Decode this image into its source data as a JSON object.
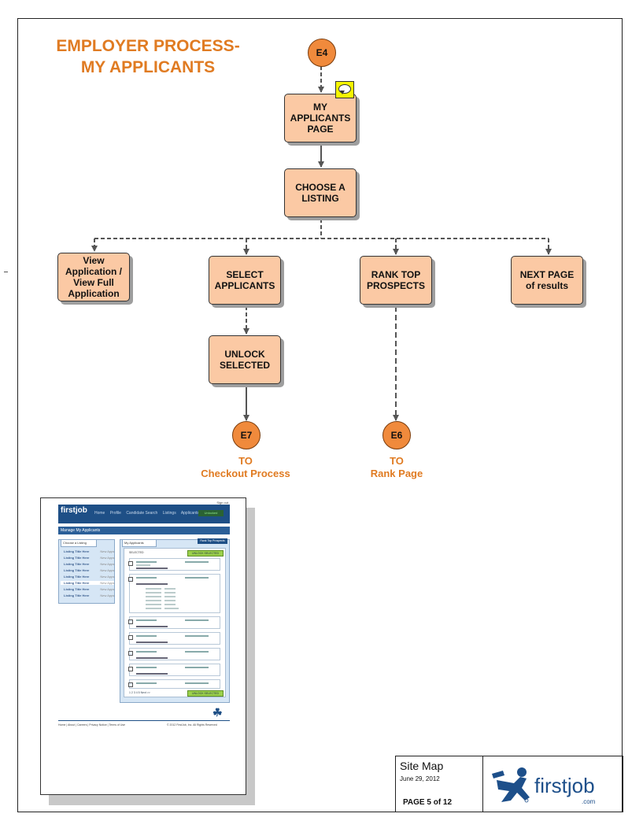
{
  "title": {
    "line1": "EMPLOYER PROCESS-",
    "line2": "MY APPLICANTS"
  },
  "nodes": {
    "e4": "E4",
    "my_applicants": "MY APPLICANTS PAGE",
    "choose_listing": "CHOOSE A LISTING",
    "view_application": "View Application / View Full Application",
    "select_applicants": "SELECT APPLICANTS",
    "rank_top": "RANK TOP PROSPECTS",
    "next_page": "NEXT PAGE of results",
    "unlock_selected": "UNLOCK SELECTED",
    "e7": "E7",
    "e6": "E6"
  },
  "targets": {
    "e7_to": "TO",
    "e7_dest": "Checkout Process",
    "e6_to": "TO",
    "e6_dest": "Rank Page"
  },
  "screenshot": {
    "logo": "firstjob",
    "nav": [
      "Home",
      "Profile",
      "Candidate Search",
      "Listings",
      "Applicants"
    ],
    "nav_button": "Unlocked",
    "signout": "Sign out",
    "section_title": "Manage My Applicants",
    "left_tab": "Choose a Listing",
    "listings": [
      {
        "name": "Listing Title Here",
        "meta": "New Apps"
      },
      {
        "name": "Listing Title Here",
        "meta": "New Apps"
      },
      {
        "name": "Listing Title Here",
        "meta": "New Apps"
      },
      {
        "name": "Listing Title Here",
        "meta": "New Apps"
      },
      {
        "name": "Listing Title Here",
        "meta": "New Apps"
      },
      {
        "name": "Listing Title Here",
        "meta": "New Apps"
      },
      {
        "name": "Listing Title Here",
        "meta": "New Apps"
      },
      {
        "name": "Listing Title Here",
        "meta": "New Apps"
      }
    ],
    "right_tab": "My Applicants",
    "rank_button": "Rank Top Prospects",
    "selected_label": "SELECTED",
    "unlock_button": "UNLOCK SELECTED",
    "pagination": "1 2 3 4 5 Next >>",
    "footer_links": "Home | About | Careers | Privacy Notice | Terms of Use",
    "footer_copy": "© 2012 FirstJob, Inc. All Rights Reserved"
  },
  "title_block": {
    "name": "Site Map",
    "date": "June 29, 2012",
    "page": "PAGE 5 of 12",
    "brand": "firstjob",
    "brand_suffix": ".com"
  },
  "colors": {
    "box_fill": "#fbc9a4",
    "circle_fill": "#f08a3c",
    "title": "#e07b22",
    "brand": "#1d4f8a"
  }
}
